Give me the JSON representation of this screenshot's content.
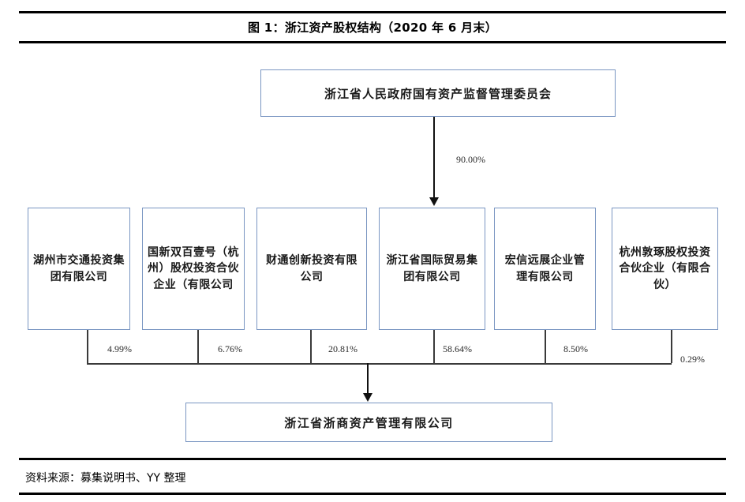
{
  "figure": {
    "title": "图 1：浙江资产股权结构（2020 年 6 月末）",
    "source_note": "资料来源：募集说明书、YY 整理"
  },
  "chart_data": {
    "type": "diagram",
    "diagram_kind": "ownership-structure-tree",
    "title": "图 1：浙江资产股权结构（2020 年 6 月末）",
    "as_of": "2020 年 6 月末",
    "root": {
      "id": "root",
      "label": "浙江省人民政府国有资产监督管理委员会"
    },
    "target": {
      "id": "target",
      "label": "浙江省浙商资产管理有限公司"
    },
    "shareholders": [
      {
        "id": "sh1",
        "label": "湖州市交通投资集团有限公司",
        "stake": "4.99%"
      },
      {
        "id": "sh2",
        "label": "国新双百壹号（杭州）股权投资合伙企业（有限公司",
        "stake": "6.76%"
      },
      {
        "id": "sh3",
        "label": "财通创新投资有限公司",
        "stake": "20.81%"
      },
      {
        "id": "sh4",
        "label": "浙江省国际贸易集团有限公司",
        "stake": "58.64%"
      },
      {
        "id": "sh5",
        "label": "宏信远展企业管理有限公司",
        "stake": "8.50%"
      },
      {
        "id": "sh6",
        "label": "杭州敦琢股权投资合伙企业（有限合伙）",
        "stake": "0.29%"
      }
    ],
    "edges": [
      {
        "from": "root",
        "to": "sh4",
        "label": "90.00%"
      },
      {
        "from": "sh1",
        "to": "target",
        "label": "4.99%"
      },
      {
        "from": "sh2",
        "to": "target",
        "label": "6.76%"
      },
      {
        "from": "sh3",
        "to": "target",
        "label": "20.81%"
      },
      {
        "from": "sh4",
        "to": "target",
        "label": "58.64%"
      },
      {
        "from": "sh5",
        "to": "target",
        "label": "8.50%"
      },
      {
        "from": "sh6",
        "to": "target",
        "label": "0.29%"
      }
    ],
    "root_edge_label": "90.00%",
    "colors": {
      "box_border": "#7a96c2",
      "box_fill": "#ffffff",
      "connector": "#3a3a3a",
      "rule": "#000000",
      "text": "#1a1a1a"
    }
  }
}
